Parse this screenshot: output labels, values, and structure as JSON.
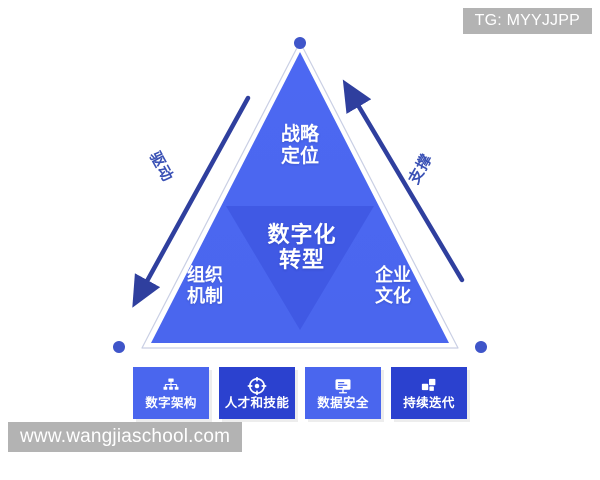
{
  "watermarks": {
    "telegram": "TG: MYYJJPP",
    "website": "www.wangjiaschool.com"
  },
  "diagram": {
    "center_label": "数字化\n转型",
    "apex_label": "战略\n定位",
    "bottom_left_label": "组织\n机制",
    "bottom_right_label": "企业\n文化",
    "left_arrow_label": "驱动",
    "right_arrow_label": "支撑",
    "colors": {
      "triangle_fill": "#4b67ef",
      "triangle_fill_dark": "#3f58e3",
      "inner_triangle": "#4159e0",
      "outline": "#ffffff",
      "vertex_dot": "#3f55c9",
      "arrow": "#2f3f9e",
      "side_label_text": "#3a51b5"
    }
  },
  "cards": [
    {
      "label": "数字架构",
      "icon": "org-chart-icon",
      "bg": "#4a66ee",
      "shade": "light"
    },
    {
      "label": "人才和技能",
      "icon": "target-compass-icon",
      "bg": "#2b41cf",
      "shade": "dark"
    },
    {
      "label": "数据安全",
      "icon": "monitor-data-icon",
      "bg": "#4a66ee",
      "shade": "light"
    },
    {
      "label": "持续迭代",
      "icon": "blocks-iteration-icon",
      "bg": "#2b41cf",
      "shade": "dark"
    }
  ]
}
